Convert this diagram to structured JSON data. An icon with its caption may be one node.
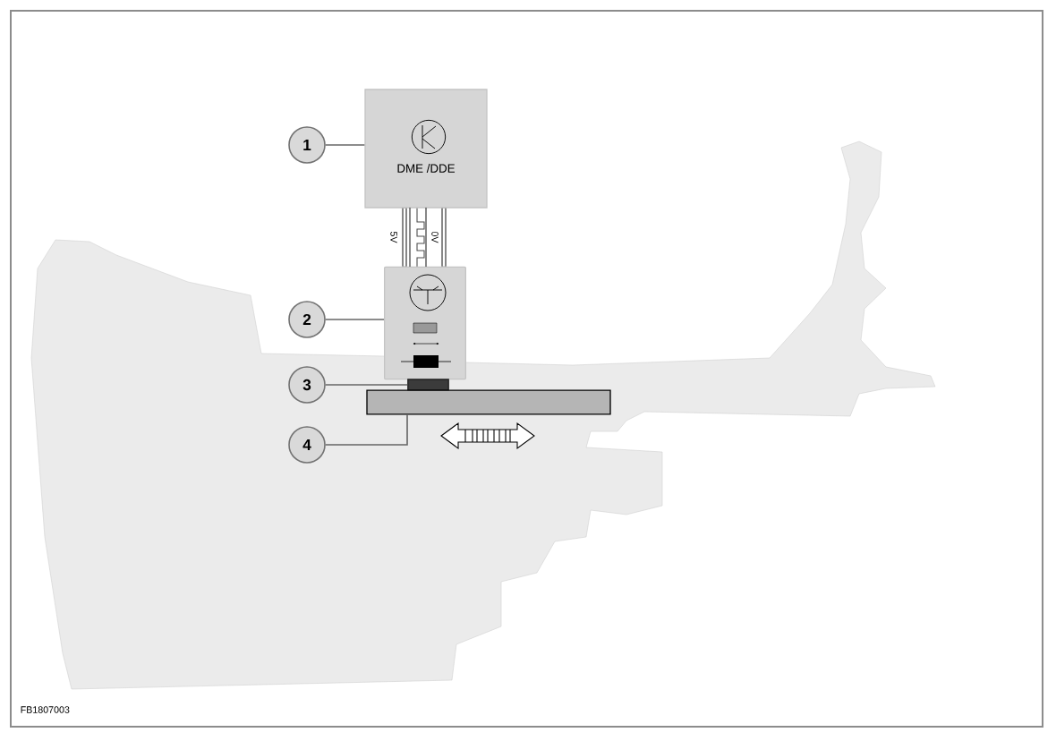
{
  "diagram": {
    "nodes": [
      {
        "text": [
          "1"
        ]
      },
      {
        "text": [
          "DME /DDE"
        ]
      },
      {
        "text": [
          "2"
        ]
      },
      {
        "text": [],
        "shape": "box"
      },
      {
        "text": [
          "3"
        ]
      },
      {
        "text": [],
        "shape": "bar"
      },
      {
        "text": [
          "4"
        ]
      },
      {
        "text": [],
        "shape": "bar"
      }
    ],
    "edges": [
      {
        "from": 0,
        "to": 1,
        "arrow": "none"
      },
      {
        "from": 2,
        "to": 3,
        "arrow": "none"
      },
      {
        "from": 4,
        "to": 5,
        "arrow": "none"
      },
      {
        "from": 6,
        "to": 7,
        "arrow": "none"
      },
      {
        "from": 1,
        "to": 3,
        "arrow": "none",
        "label": "5V",
        "style": "thick"
      },
      {
        "from": 1,
        "to": 3,
        "arrow": "none"
      },
      {
        "from": 1,
        "to": 3,
        "arrow": "none",
        "label": "0V",
        "style": "thick"
      }
    ],
    "labels": [
      "FB1807003"
    ]
  }
}
